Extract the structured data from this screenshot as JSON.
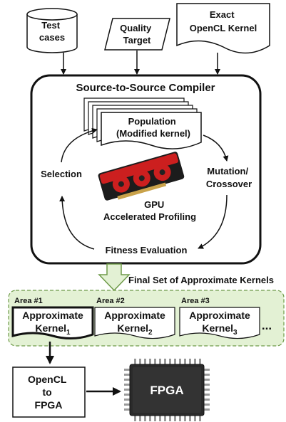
{
  "inputs": {
    "test_cases": "Test cases",
    "quality_target": "Quality Target",
    "exact_kernel": "Exact OpenCL Kernel"
  },
  "compiler": {
    "title": "Source-to-Source Compiler",
    "population": "Population (Modified kernel)",
    "mutation": "Mutation/ Crossover",
    "selection": "Selection",
    "gpu": "GPU Accelerated Profiling",
    "fitness": "Fitness Evaluation"
  },
  "final_set": {
    "title": "Final Set of Approximate Kernels",
    "kernels": [
      {
        "area": "Area #1",
        "name": "Approximate",
        "sub_name": "Kernel",
        "sub_index": "1"
      },
      {
        "area": "Area #2",
        "name": "Approximate",
        "sub_name": "Kernel",
        "sub_index": "2"
      },
      {
        "area": "Area #3",
        "name": "Approximate",
        "sub_name": "Kernel",
        "sub_index": "3"
      }
    ],
    "ellipsis": "..."
  },
  "output": {
    "opencl_to_fpga": "OpenCL to FPGA",
    "fpga_chip": "FPGA"
  },
  "colors": {
    "green_fill": "#e3f1d4",
    "gpu_red": "#cc1f1f",
    "chip": "#2a2a2a"
  }
}
